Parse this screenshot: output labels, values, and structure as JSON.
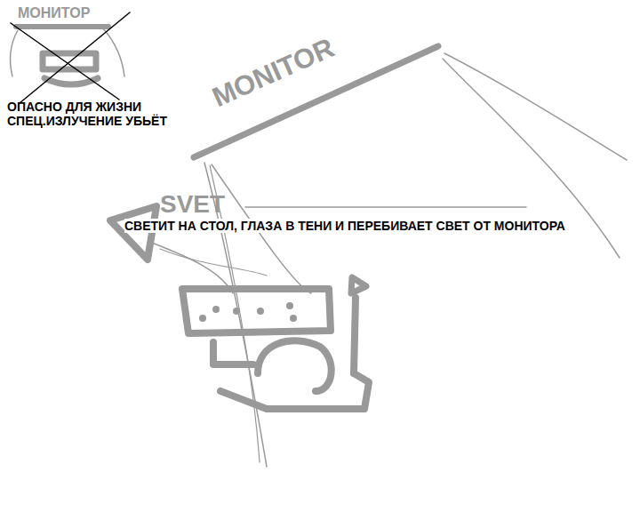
{
  "diagram": {
    "labels": [
      "МОНИТОР",
      "ОПАСНО ДЛЯ ЖИЗНИ СПЕЦ.ИЗЛУЧЕНИЕ УБЬЁТ",
      "MONITOR",
      "SVET",
      "СВЕТИТ НА СТОЛ, ГЛАЗА В ТЕНИ И ПЕРЕБИВАЕТ СВЕТ ОТ МОНИТОРА"
    ]
  }
}
